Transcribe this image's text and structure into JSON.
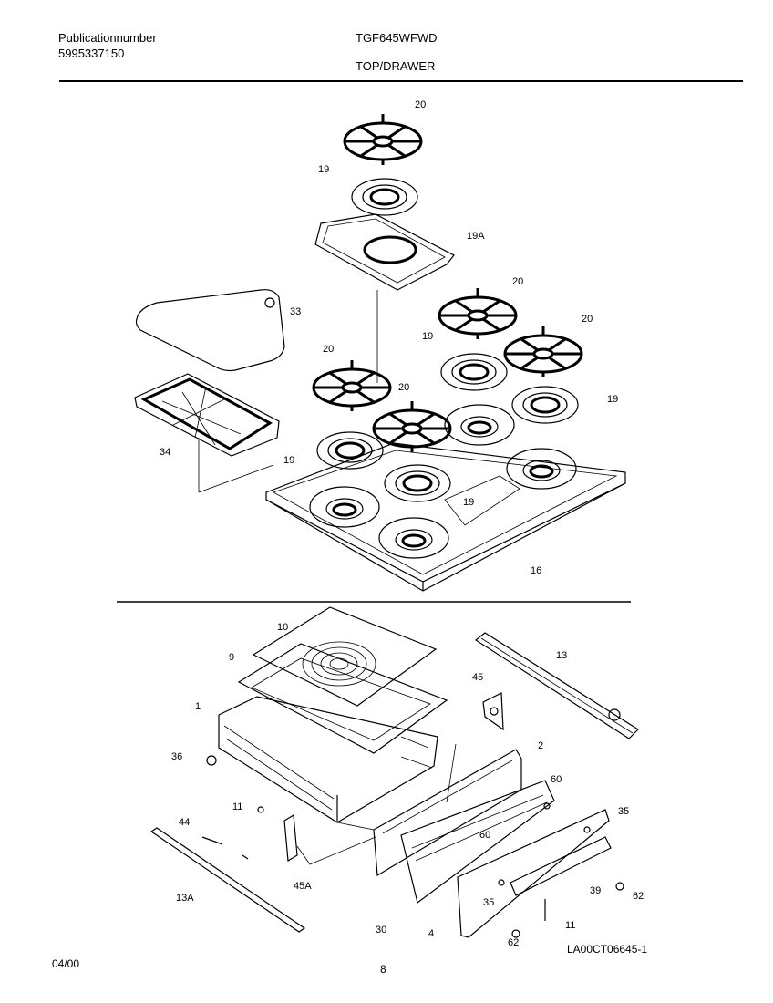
{
  "header": {
    "pub_label": "Publicationnumber",
    "pub_number": "5995337150",
    "model": "TGF645WFWD",
    "section": "TOP/DRAWER"
  },
  "callouts": {
    "c20a": "20",
    "c19a": "19",
    "c19A": "19A",
    "c33": "33",
    "c34": "34",
    "c20b": "20",
    "c20c": "20",
    "c20d": "20",
    "c19b": "19",
    "c20e": "20",
    "c19c": "19",
    "c19d": "19",
    "c19e": "19",
    "c16": "16",
    "c10": "10",
    "c9": "9",
    "c1": "1",
    "c36": "36",
    "c13": "13",
    "c45": "45",
    "c2": "2",
    "c60a": "60",
    "c11a": "11",
    "c44": "44",
    "c45A": "45A",
    "c60b": "60",
    "c35a": "35",
    "c13A": "13A",
    "c39": "39",
    "c62a": "62",
    "c35b": "35",
    "c11b": "11",
    "c30": "30",
    "c4": "4",
    "c62b": "62"
  },
  "footer": {
    "date": "04/00",
    "page": "8",
    "drawing_id": "LA00CT06645-1"
  }
}
